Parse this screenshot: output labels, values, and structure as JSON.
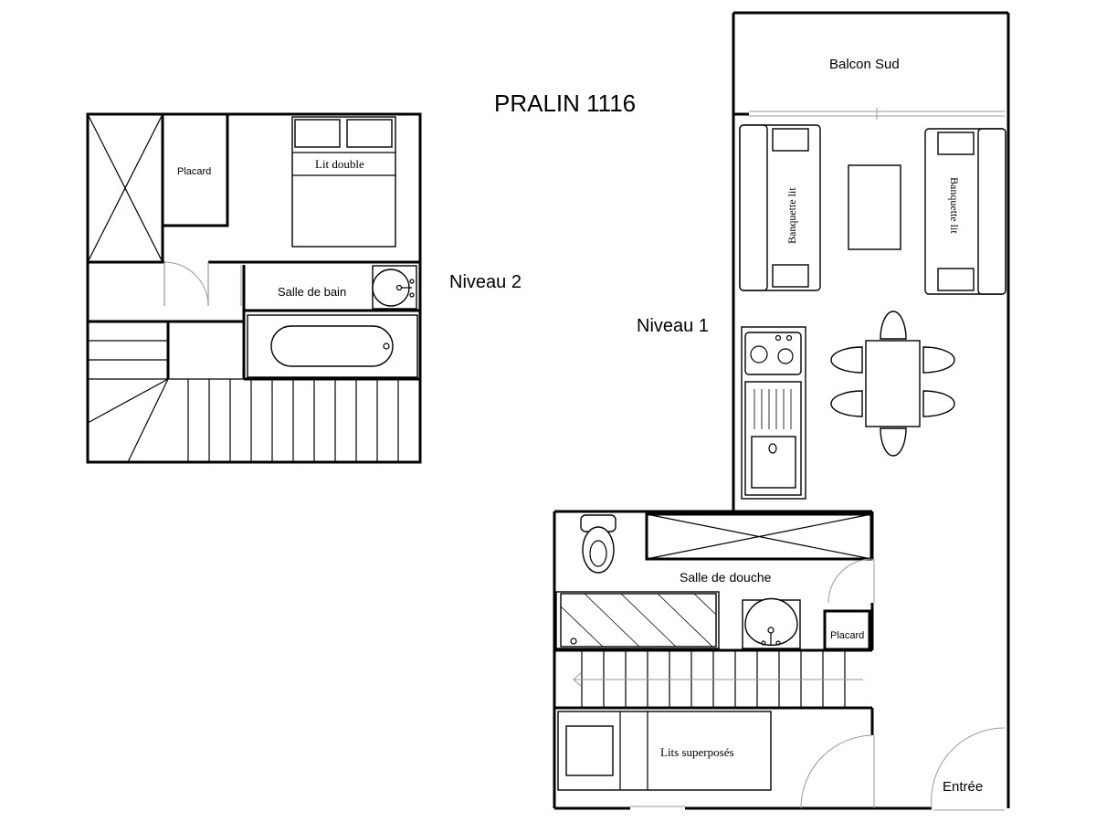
{
  "title": "PRALIN 1116",
  "levels": {
    "level2": "Niveau 2",
    "level1": "Niveau 1"
  },
  "rooms": {
    "balcony": "Balcon Sud",
    "closet_upper": "Placard",
    "double_bed": "Lit double",
    "bathroom": "Salle de bain",
    "sofa_bed_left": "Banquette lit",
    "sofa_bed_right": "Banquette lit",
    "shower_room": "Salle de douche",
    "closet_lower": "Placard",
    "bunk_beds": "Lits superposés",
    "entrance": "Entrée"
  },
  "colors": {
    "walls": "#000000",
    "doors": "#9a9a9a",
    "background": "#ffffff"
  }
}
